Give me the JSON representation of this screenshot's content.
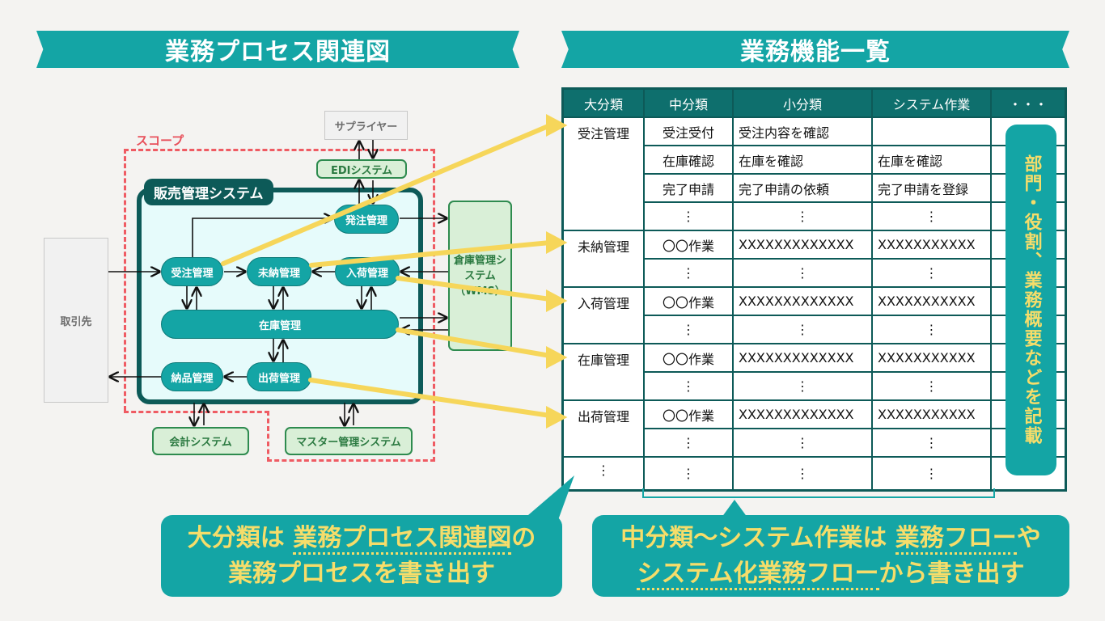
{
  "left_panel": {
    "title": "業務プロセス関連図",
    "scope_label": "スコープ",
    "system_title": "販売管理システム",
    "external": {
      "supplier": "サプライヤー",
      "customer": "取引先",
      "edi": "EDIシステム",
      "wms": "倉庫管理システム（WMS）",
      "accounting": "会計システム",
      "master": "マスター管理システム"
    },
    "processes": {
      "order": "発注管理",
      "receive": "受注管理",
      "backorder": "未納管理",
      "arrival": "入荷管理",
      "inventory": "在庫管理",
      "delivery": "納品管理",
      "shipping": "出荷管理"
    }
  },
  "right_panel": {
    "title": "業務機能一覧",
    "columns": [
      "大分類",
      "中分類",
      "小分類",
      "システム作業",
      "・・・"
    ],
    "groups": [
      {
        "major": "受注管理",
        "rows": [
          [
            "受注受付",
            "受注内容を確認",
            ""
          ],
          [
            "在庫確認",
            "在庫を確認",
            "在庫を確認"
          ],
          [
            "完了申請",
            "完了申請の依頼",
            "完了申請を登録"
          ],
          [
            "⋮",
            "⋮",
            "⋮"
          ]
        ]
      },
      {
        "major": "未納管理",
        "rows": [
          [
            "〇〇作業",
            "XXXXXXXXXXXXX",
            "XXXXXXXXXXX"
          ],
          [
            "⋮",
            "⋮",
            "⋮"
          ]
        ]
      },
      {
        "major": "入荷管理",
        "rows": [
          [
            "〇〇作業",
            "XXXXXXXXXXXXX",
            "XXXXXXXXXXX"
          ],
          [
            "⋮",
            "⋮",
            "⋮"
          ]
        ]
      },
      {
        "major": "在庫管理",
        "rows": [
          [
            "〇〇作業",
            "XXXXXXXXXXXXX",
            "XXXXXXXXXXX"
          ],
          [
            "⋮",
            "⋮",
            "⋮"
          ]
        ]
      },
      {
        "major": "出荷管理",
        "rows": [
          [
            "〇〇作業",
            "XXXXXXXXXXXXX",
            "XXXXXXXXXXX"
          ],
          [
            "⋮",
            "⋮",
            "⋮"
          ]
        ]
      },
      {
        "major": "⋮",
        "rows": [
          [
            "⋮",
            "⋮",
            "⋮"
          ]
        ]
      }
    ],
    "note": "部門・役割、業務概要などを記載"
  },
  "callouts": {
    "left": {
      "prefix": "大分類は ",
      "emph": "業務プロセス関連図",
      "suffix": "の",
      "line2": "業務プロセスを書き出す"
    },
    "right": {
      "prefix": "中分類〜システム作業は ",
      "emph": "業務フロー",
      "suffix": "や",
      "line2_emph": "システム化業務フロー",
      "line2_suffix": "から書き出す"
    }
  },
  "colors": {
    "teal": "#14a5a5",
    "dark_teal": "#0d5a58",
    "yellow": "#f6dd6a",
    "scope_red": "#ef5b63",
    "green_box": "#d9efd7"
  }
}
